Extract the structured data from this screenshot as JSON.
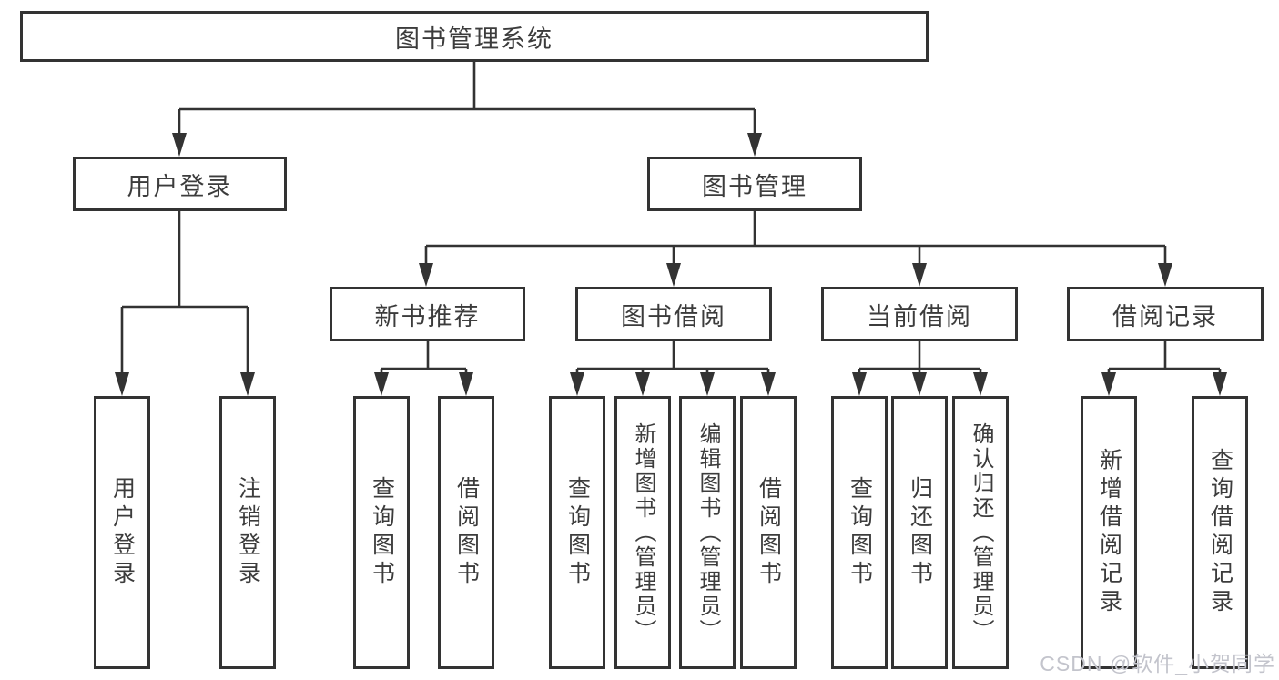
{
  "diagram_title": "图书管理系统",
  "nodes": {
    "root": "图书管理系统",
    "branch_user_login": "用户登录",
    "branch_book_mgmt": "图书管理",
    "module_new_book": "新书推荐",
    "module_book_borrow": "图书借阅",
    "module_current_borrow": "当前借阅",
    "module_borrow_record": "借阅记录"
  },
  "leaves": {
    "user_login": [
      "用户登录",
      "注销登录"
    ],
    "new_book": [
      "查询图书",
      "借阅图书"
    ],
    "book_borrow": [
      "查询图书",
      "新增图书（管理员）",
      "编辑图书（管理员）",
      "借阅图书"
    ],
    "current_borrow": [
      "查询图书",
      "归还图书",
      "确认归还（管理员）"
    ],
    "borrow_record": [
      "新增借阅记录",
      "查询借阅记录"
    ]
  },
  "watermark": "CSDN @软件_小贺同学",
  "colors": {
    "line": "#333333",
    "box_border": "#333333",
    "box_background": "#ffffff",
    "text": "#3c3c3c",
    "watermark": "#c3c4cc"
  }
}
